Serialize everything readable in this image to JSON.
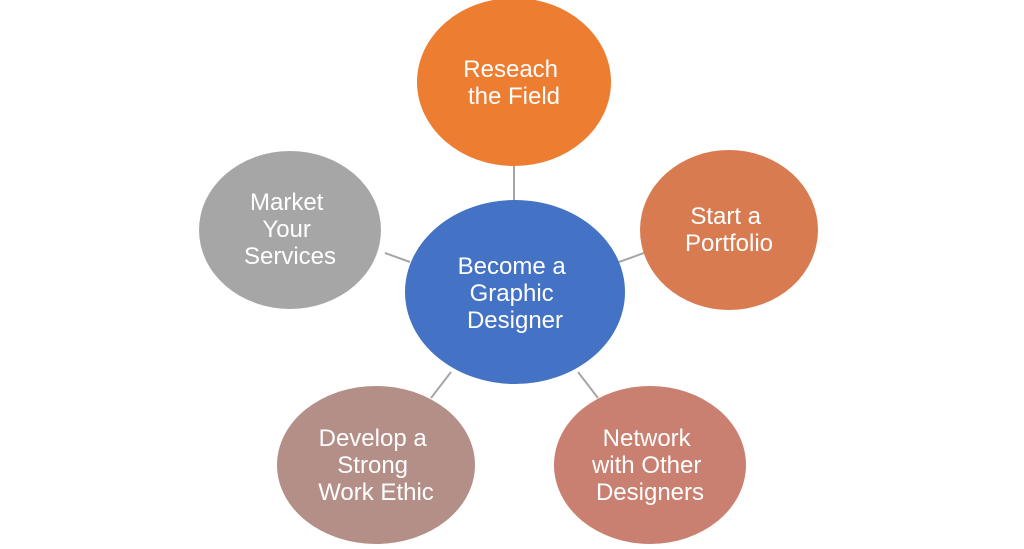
{
  "diagram": {
    "center": {
      "lines": [
        "Become a",
        "Graphic",
        "Designer"
      ],
      "color": "#4472c4"
    },
    "nodes": [
      {
        "id": "research-field",
        "lines": [
          "Reseach",
          "the Field"
        ],
        "color": "#ed7d31"
      },
      {
        "id": "start-portfolio",
        "lines": [
          "Start a",
          "Portfolio"
        ],
        "color": "#d97b51"
      },
      {
        "id": "network-designers",
        "lines": [
          "Network",
          "with Other",
          "Designers"
        ],
        "color": "#c98070"
      },
      {
        "id": "work-ethic",
        "lines": [
          "Develop a",
          "Strong",
          "Work Ethic"
        ],
        "color": "#b48f87"
      },
      {
        "id": "market-services",
        "lines": [
          "Market",
          "Your",
          "Services"
        ],
        "color": "#a6a6a6"
      }
    ],
    "connector_color": "#a6a6a6"
  }
}
